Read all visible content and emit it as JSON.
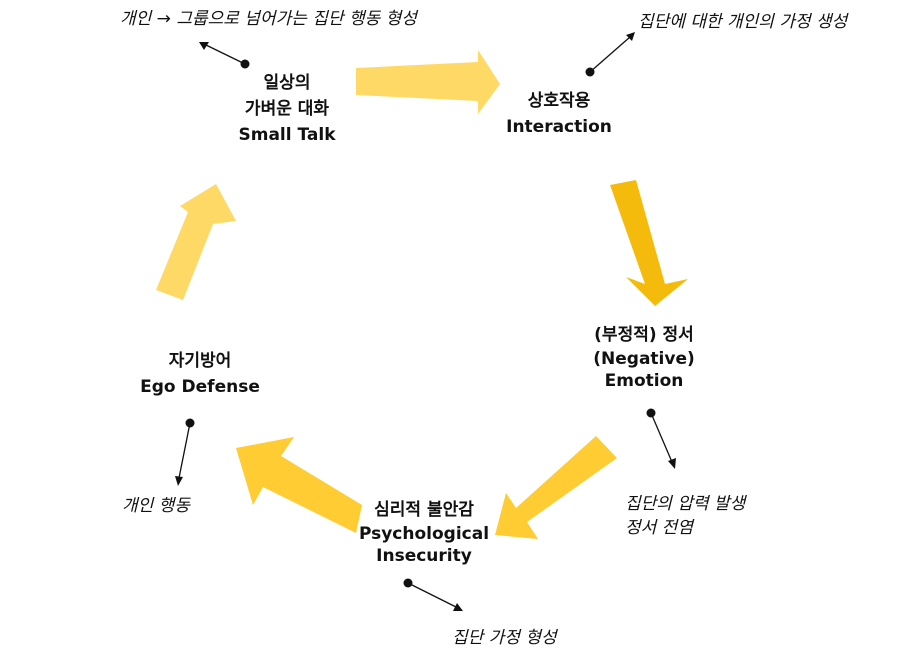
{
  "colors": {
    "arrow_light": "#ffd966",
    "arrow_mid": "#ffcc33",
    "arrow_dark": "#f5bb0c",
    "connector": "#111111",
    "text": "#111111"
  },
  "nodes": {
    "small_talk": {
      "line1": "일상의",
      "line2": "가벼운 대화",
      "line3": "Small Talk"
    },
    "interaction": {
      "line1": "상호작용",
      "line2": "Interaction"
    },
    "emotion": {
      "line1": "(부정적) 정서",
      "line2": "(Negative)",
      "line3": "Emotion"
    },
    "insecurity": {
      "line1": "심리적 불안감",
      "line2": "Psychological",
      "line3": "Insecurity"
    },
    "ego_defense": {
      "line1": "자기방어",
      "line2": "Ego Defense"
    }
  },
  "notes": {
    "small_talk": "개인 → 그룹으로 넘어가는 집단 행동 형성",
    "interaction": "집단에 대한 개인의 가정 생성",
    "emotion_line1": "집단의 압력 발생",
    "emotion_line2": "정서 전염",
    "insecurity": "집단 가정 형성",
    "ego_defense": "개인 행동"
  }
}
